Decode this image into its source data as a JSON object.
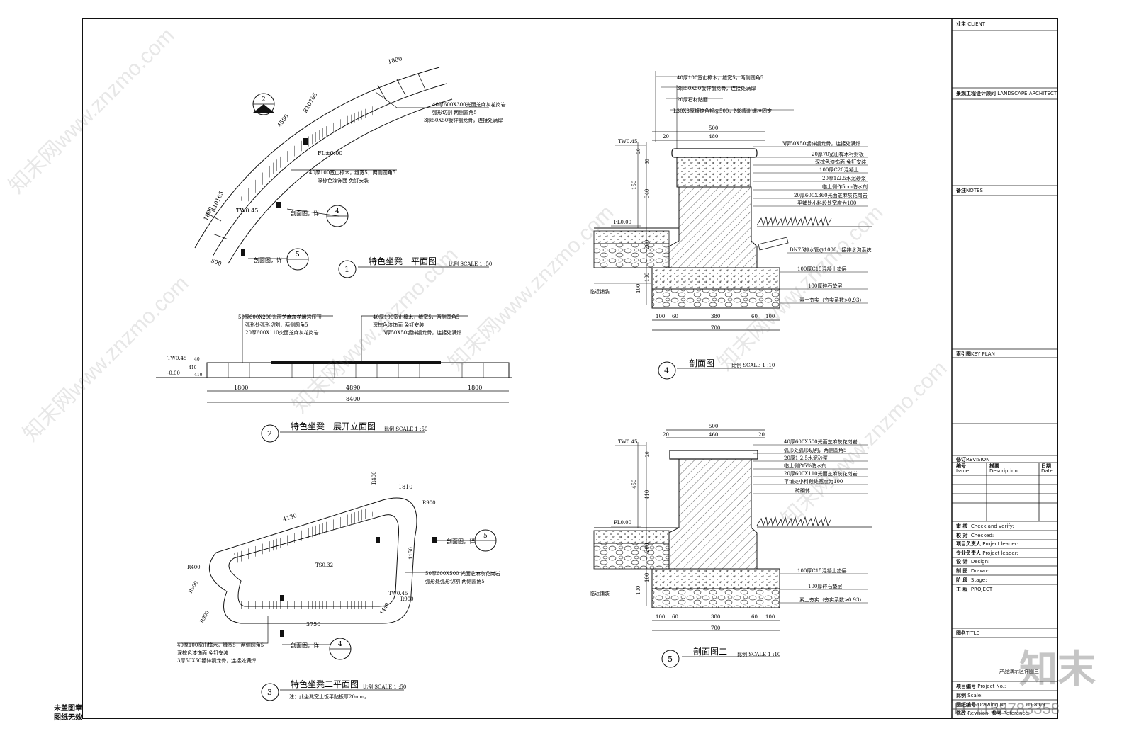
{
  "sheet": {
    "side_note_line1": "未盖图章",
    "side_note_line2": "图纸无效"
  },
  "plan1": {
    "number": "1",
    "title": "特色坐凳一平面图",
    "scale": "比例 SCALE 1 :50",
    "dims": [
      "1800",
      "4500",
      "1800",
      "500"
    ],
    "radii": [
      "R10765",
      "R10165"
    ],
    "elev_fl": "FL±0.00",
    "elev_tw": "TW0.45",
    "notes_a": [
      "40厚600X300光面芝麻灰花岗岩",
      "弧形切割 两侧圆角5",
      "3厚50X50镀锌钢龙骨，连接处满焊"
    ],
    "notes_b": [
      "40厚100宽山樟木，缝宽5，两侧圆角5",
      "深棕色漆饰面 免钉安装"
    ],
    "section_ref_a": "剖面图，详",
    "section_ref_b": "剖面图，详",
    "bubble_2": "2",
    "bubble_4": "4",
    "bubble_5": "5"
  },
  "elev2": {
    "number": "2",
    "title": "特色坐凳一展开立面图",
    "scale": "比例 SCALE 1 :50",
    "elev_tw": "TW0.45",
    "elev_base": "-0.00",
    "vdims": [
      "40",
      "410",
      "410"
    ],
    "dims": [
      "1800",
      "4890",
      "1800",
      "8400"
    ],
    "notes_left": [
      "50厚600X200光面芝麻灰花岗岩压顶",
      "弧形处弧形切割，两侧圆角5",
      "20厚600X110火面芝麻灰花岗岩"
    ],
    "notes_right": [
      "40厚100宽山樟木，缝宽5，两侧圆角5",
      "深棕色漆饰面 免钉安装",
      "3厚50X50镀锌钢龙骨，连接处满焊"
    ]
  },
  "plan3": {
    "number": "3",
    "title": "特色坐凳二平面图",
    "scale": "比例 SCALE 1 :50",
    "note": "注：此坐凳宽上饭平贴板厚20mm。",
    "dims": [
      "4130",
      "1810",
      "3750",
      "1440",
      "1150"
    ],
    "radii": [
      "R400",
      "R900",
      "R900",
      "R900",
      "R400",
      "R900"
    ],
    "elev_ts": "TS0.32",
    "elev_tw": "TW0.45",
    "notes_left": [
      "40厚100宽山樟木，缝宽5，两侧圆角5",
      "深棕色漆饰面 免钉安装",
      "3厚50X50镀锌钢龙骨，连接处满焊"
    ],
    "notes_right": [
      "50厚600X500 光面芝麻灰花岗岩",
      "弧形处弧形切割 两侧圆角5"
    ],
    "section_ref_a": "剖面图，详",
    "section_ref_b": "剖面图，详",
    "bubble_4": "4",
    "bubble_5": "5"
  },
  "sec4": {
    "number": "4",
    "title": "剖面图一",
    "scale": "比例 SCALE 1 :10",
    "notes_top": [
      "40厚100宽山樟木，缝宽5，两侧圆角5",
      "3厚50X50镀锌钢龙骨，连接处满焊",
      "20厚石材贴面",
      "L30X3厚镀锌角钢@500，M8膨胀螺栓固定"
    ],
    "notes_right": [
      "3厚50X50镀锌钢龙骨，连接处满焊",
      "20厚70宽山樟木衬封板",
      "深棕色漆饰面 免钉安装",
      "100厚C20混凝土",
      "20厚1:2.5水泥砂浆",
      "临土侧作5cm防水剂",
      "20厚600X360光面芝麻灰花岗岩",
      "平铺处小料段处宽度为100",
      "DN75排水管@1000，接排水沟系统",
      "100厚C15混凝土垫层",
      "100厚碎石垫层",
      "素土夯实（夯实系数>0.93）"
    ],
    "left_labels": [
      "TW0.45",
      "FL0.00",
      "临近铺装"
    ],
    "vdims": [
      "20",
      "30",
      "150",
      "340",
      "200",
      "100",
      "100"
    ],
    "top_dims": [
      "20",
      "500",
      "480"
    ],
    "bottom_dims": [
      "100",
      "60",
      "380",
      "60",
      "100",
      "700"
    ]
  },
  "sec5": {
    "number": "5",
    "title": "剖面图二",
    "scale": "比例 SCALE 1 :10",
    "notes_right": [
      "40厚600X500光面芝麻灰花岗岩",
      "弧形处弧形切割，两侧圆角5",
      "20厚1:2.5水泥砂浆",
      "临土侧作5%防水剂",
      "20厚600X110光面芝麻灰花岗岩",
      "平铺处小料段处宽度为100",
      "砖砌体",
      "100厚C15混凝土垫层",
      "100厚碎石垫层",
      "素土夯实（夯实系数>0.93）"
    ],
    "left_labels": [
      "TW0.45",
      "FL0.00",
      "临近铺装"
    ],
    "vdims": [
      "20",
      "450",
      "410",
      "200",
      "100",
      "100"
    ],
    "top_dims": [
      "20",
      "500",
      "460",
      "20"
    ],
    "bottom_dims": [
      "100",
      "60",
      "380",
      "60",
      "100",
      "700"
    ]
  },
  "title_block": {
    "client": {
      "cn": "业主",
      "en": "CLIENT"
    },
    "architect": {
      "cn": "景观工程设计顾问",
      "en": "LANDSCAPE ARCHITECT"
    },
    "notes": {
      "cn": "备注",
      "en": "NOTES"
    },
    "key_plan": {
      "cn": "索引图",
      "en": "KEY PLAN"
    },
    "revision": {
      "cn": "修订",
      "en": "REVISION"
    },
    "rev_cols": [
      {
        "cn": "编号",
        "en": "Issue"
      },
      {
        "cn": "描要",
        "en": "Description"
      },
      {
        "cn": "日期",
        "en": "Date"
      }
    ],
    "sign_rows": [
      {
        "cn": "审  核",
        "en": "Check and verify:"
      },
      {
        "cn": "校  对",
        "en": "Checked:"
      },
      {
        "cn": "项目负责人",
        "en": "Project leader:"
      },
      {
        "cn": "专业负责人",
        "en": "Project leader:"
      },
      {
        "cn": "设  计",
        "en": "Design:"
      },
      {
        "cn": "制  图",
        "en": "Drawn:"
      },
      {
        "cn": "阶  段",
        "en": "Stage:"
      }
    ],
    "project": {
      "cn": "工  程",
      "en": "PROJECT"
    },
    "title": {
      "cn": "图名",
      "en": "TITLE"
    },
    "title_value": "产品演示区详图三",
    "project_no": {
      "cn": "项目编号",
      "en": "Project No.:"
    },
    "scale": {
      "cn": "比例",
      "en": "Scale:"
    },
    "drawing_no": {
      "cn": "图纸编号",
      "en": "Drawing No.:",
      "value": "LD-8.09"
    },
    "revision_no": {
      "cn": "修改",
      "en": "Revision:"
    },
    "reference": {
      "cn": "参考",
      "en": "Reference:"
    }
  },
  "watermarks": {
    "repeat_text": "知末网www.znzmo.com",
    "logo": "知末",
    "id_label": "ID: 1158783358"
  }
}
